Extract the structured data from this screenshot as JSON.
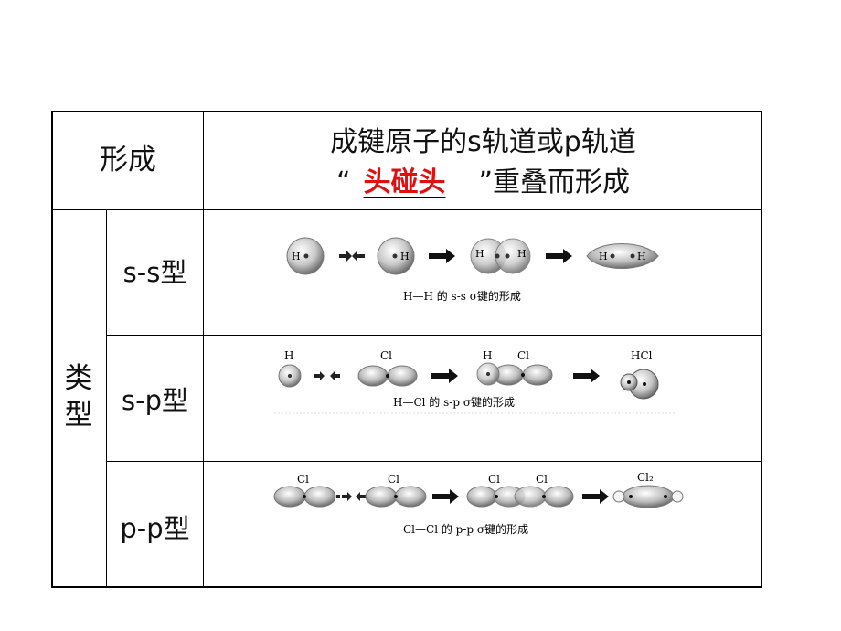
{
  "header": {
    "label": "形成",
    "line1": "成键原子的s轨道或p轨道",
    "quote_open": "“",
    "fill_in": "头碰头",
    "quote_close_rest": "”重叠而形成"
  },
  "category_label": "类型",
  "rows": [
    {
      "label": "s-s型",
      "atoms": [
        "H",
        "H",
        "H",
        "H",
        "H",
        "H"
      ],
      "caption": "H—H 的 s-s σ键的形成"
    },
    {
      "label": "s-p型",
      "atoms": [
        "H",
        "Cl",
        "H",
        "Cl",
        "HCl"
      ],
      "caption": "H—Cl 的 s-p σ键的形成"
    },
    {
      "label": "p-p型",
      "atoms": [
        "Cl",
        "Cl",
        "Cl",
        "Cl",
        "Cl₂"
      ],
      "caption": "Cl—Cl 的 p-p σ键的形成"
    }
  ],
  "colors": {
    "fill_in_text": "#e01010",
    "border": "#000000"
  }
}
